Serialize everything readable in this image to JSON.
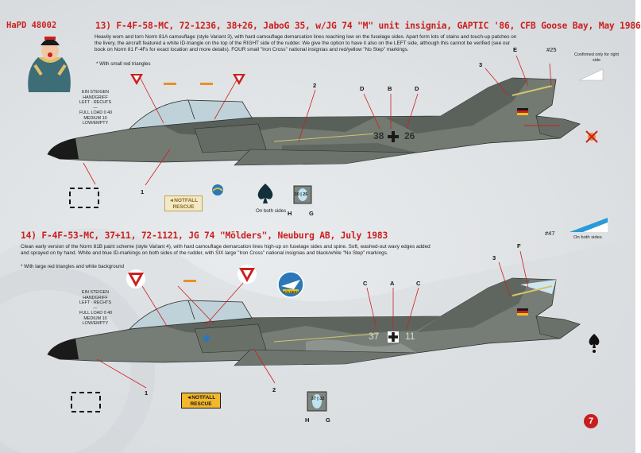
{
  "header": {
    "product_code": "HaPD 48002",
    "section13_title": "13) F-4F-58-MC, 72-1236, 38+26, JaboG 35, w/JG 74 \"M\" unit insignia, GAPTIC '86, CFB Goose Bay, May 1986",
    "section13_desc": "Heavily worn and torn Norm 81A camouflage (style Variant 3), with hard camouflage demarcation lines reaching low on the fuselage sides. Apart form lots of stains and touch-up patches on the livery, the aircraft featured a white ID-triangle on the top of the RIGHT side of the rudder. We give the option to have it also on the LEFT side, although this cannot be verified (see our book on Norm 81 F-4Fs for exact location and more details). FOUR small \"Iron Cross\" national insignias and red/yellow \"No Step\" markings.",
    "section13_note": "* With small red triangles",
    "section14_title": "14) F-4F-53-MC, 37+11, 72-1121, JG 74 \"Mölders\", Neuburg AB, July 1983",
    "section14_desc": "Clean early version of the Norm 81B paint scheme (style Variant 4), with hard camouflage demarcation lines high-up on fuselage sides and spine. Soft, washed-out wavy edges added and sprayed on by hand. White and blue ID-markings on both sides of the rudder, with SIX large \"Iron Cross\" national insignias and black/white \"No Step\" markings.",
    "section14_note": "* With large red triangles and white background"
  },
  "aircraft13": {
    "serial_left": "38",
    "serial_right": "26",
    "tail_code": "#25",
    "callouts": {
      "c1": "1",
      "c2": "2",
      "c3": "3",
      "d1": "D",
      "b": "B",
      "d2": "D",
      "e": "E",
      "h": "H",
      "g": "G"
    },
    "confirmed_note": "Confirmed only for right side",
    "spade_note": "On both sides",
    "rescue_line1": "NOTFALL",
    "rescue_line2": "RESCUE",
    "rescue_arrow": "◄",
    "hm_label": "30 | 26",
    "stencil_left": "EIN STEIGEN\nHANDGRIFF\nLEFT · RECHTS\n—\nFULL LOAD 0 40\nMEDIUM 10\nLOW/EMPTY"
  },
  "aircraft14": {
    "serial_left": "37",
    "serial_right": "11",
    "tail_code": "#47",
    "callouts": {
      "c1": "1",
      "c2": "2",
      "c3": "3",
      "ca": "C",
      "a": "A",
      "cb": "C",
      "f": "F",
      "h": "H",
      "g": "G"
    },
    "both_sides_note": "On both sides",
    "rescue_line1": "NOTFALL",
    "rescue_line2": "RESCUE",
    "rescue_arrow": "◄",
    "hm_label": "37 | 32",
    "stencil_left": "EIN STEIGEN\nHANDGRIFF\nLEFT · RECHTS\n—\nFULL LOAD 0 40\nMEDIUM 10\nLOW/EMPTY",
    "badge_text": "MÖLDERS"
  },
  "footer": {
    "page_number": "7"
  },
  "colors": {
    "accent_red": "#cc1f1f",
    "camo_dark": "#5a6158",
    "camo_mid": "#737a73",
    "camo_light": "#8d948f"
  }
}
